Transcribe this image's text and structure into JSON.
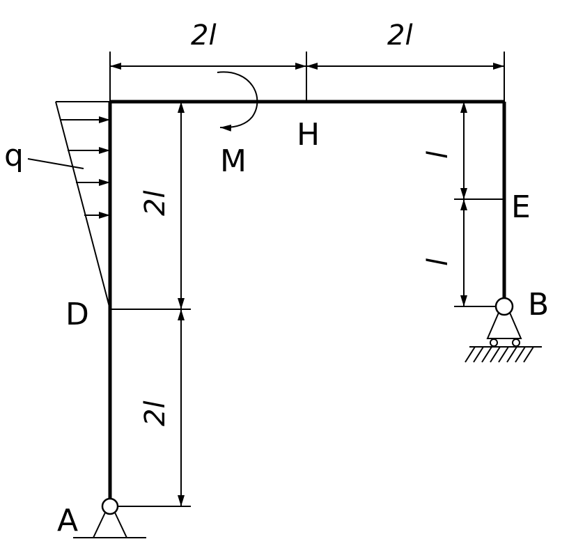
{
  "points": {
    "A": "A",
    "B": "B",
    "D": "D",
    "E": "E",
    "H": "H"
  },
  "loads": {
    "distributed": "q",
    "moment": "M"
  },
  "dimensions": {
    "top_left": "2l",
    "top_right": "2l",
    "left_upper": "2l",
    "left_lower": "2l",
    "right_upper": "l",
    "right_lower": "l"
  }
}
